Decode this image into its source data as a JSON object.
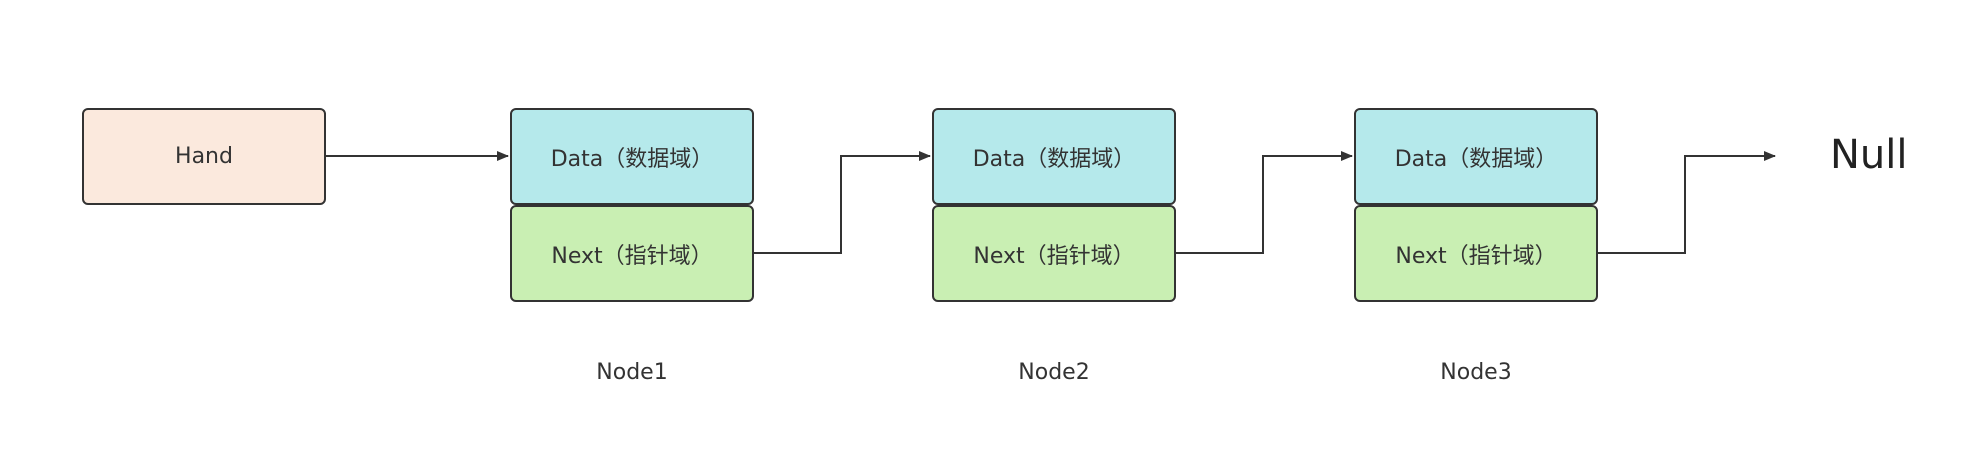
{
  "head": {
    "label": "Hand"
  },
  "nodes": [
    {
      "data": "Data（数据域）",
      "next": "Next（指针域）",
      "name": "Node1"
    },
    {
      "data": "Data（数据域）",
      "next": "Next（指针域）",
      "name": "Node2"
    },
    {
      "data": "Data（数据域）",
      "next": "Next（指针域）",
      "name": "Node3"
    }
  ],
  "terminal": {
    "label": "Null"
  },
  "colors": {
    "head_fill": "#fbe9dd",
    "data_fill": "#b5e9eb",
    "next_fill": "#c9efb3",
    "stroke": "#333333"
  }
}
